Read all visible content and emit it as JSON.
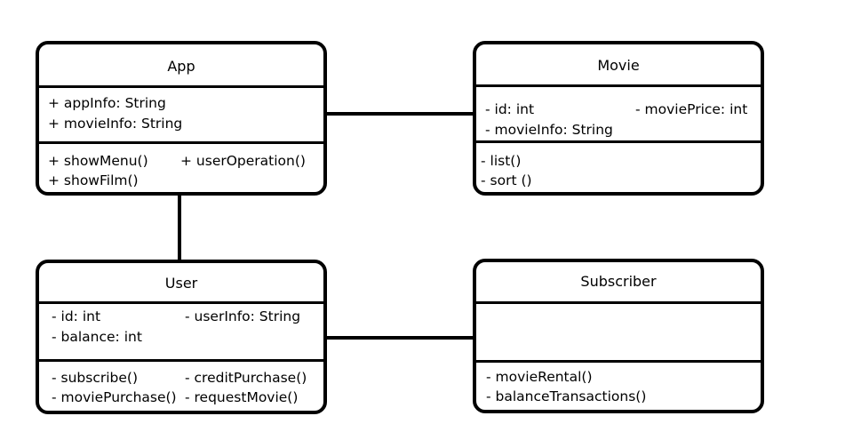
{
  "classes": {
    "app": {
      "name": "App",
      "attributes": [
        "+ appInfo: String",
        "+ movieInfo: String"
      ],
      "methods": [
        "+ showMenu()",
        "+ userOperation()",
        "+ showFilm()"
      ]
    },
    "movie": {
      "name": "Movie",
      "attributes": [
        "- id: int",
        "- moviePrice: int",
        "- movieInfo: String"
      ],
      "methods": [
        "- list()",
        "- sort ()"
      ]
    },
    "user": {
      "name": "User",
      "attributes": [
        "- id: int",
        "- userInfo: String",
        "- balance: int"
      ],
      "methods": [
        "- subscribe()",
        "- creditPurchase()",
        "- moviePurchase()",
        "- requestMovie()"
      ]
    },
    "subscriber": {
      "name": "Subscriber",
      "attributes": [],
      "methods": [
        "- movieRental()",
        "- balanceTransactions()"
      ]
    }
  },
  "relationships": [
    {
      "from": "App",
      "to": "Movie"
    },
    {
      "from": "App",
      "to": "User"
    },
    {
      "from": "User",
      "to": "Subscriber"
    }
  ]
}
